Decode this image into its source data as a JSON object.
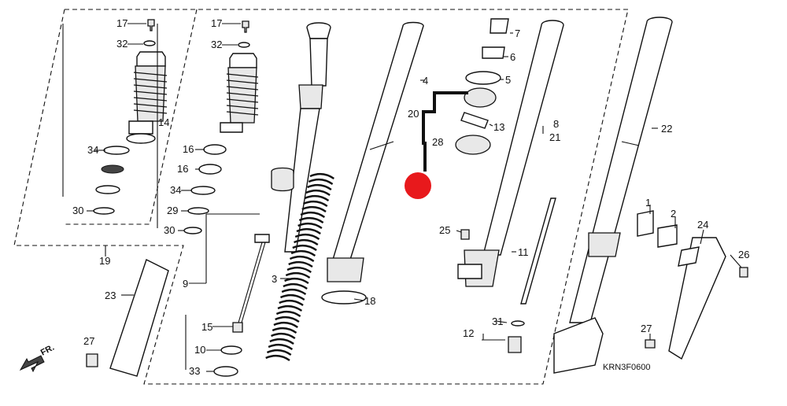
{
  "callouts": {
    "c17a": "17",
    "c32a": "32",
    "c34a": "34",
    "c30a": "30",
    "c17b": "17",
    "c32b": "32",
    "c14": "14",
    "c16a": "16",
    "c16b": "16",
    "c34b": "34",
    "c29": "29",
    "c30b": "30",
    "c19": "19",
    "c23": "23",
    "c27a": "27",
    "c9": "9",
    "c15": "15",
    "c10": "10",
    "c33": "33",
    "c3": "3",
    "c4": "4",
    "c18": "18",
    "c7": "7",
    "c6": "6",
    "c5": "5",
    "c20": "20",
    "c13": "13",
    "c28": "28",
    "c25": "25",
    "c11": "11",
    "c8": "8",
    "c21": "21",
    "c31": "31",
    "c12": "12",
    "c22": "22",
    "c1": "1",
    "c2": "2",
    "c24": "24",
    "c26": "26",
    "c27b": "27"
  },
  "direction_label": "FR.",
  "diagram_code": "KRN3F0600",
  "colors": {
    "marker": "#e8191c",
    "line": "#111111",
    "bracket": "#111111"
  },
  "annotation": {
    "type": "red-dot-with-bracket",
    "target_callout": "20"
  }
}
